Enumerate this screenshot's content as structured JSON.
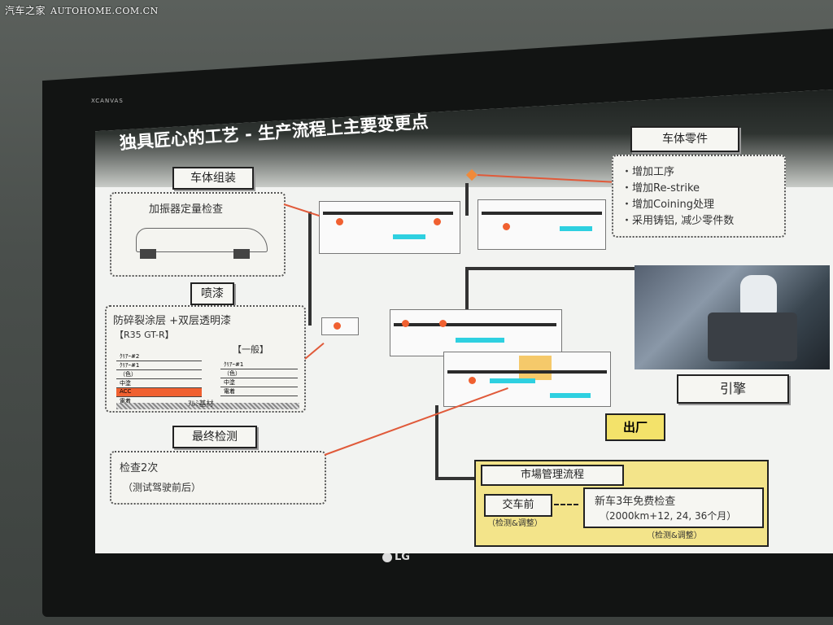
{
  "watermark": {
    "site": "汽车之家",
    "url": "AUTOHOME.COM.CN"
  },
  "monitor": {
    "brand": "XCANVAS",
    "logo": "LG"
  },
  "slide": {
    "title": "独具匠心的工艺 - 生产流程上主要变更点",
    "body_assembly": {
      "label": "车体组装",
      "note": "加振器定量检查"
    },
    "paint": {
      "label": "喷漆",
      "note": "防碎裂涂层 +双层透明漆",
      "r35_header": "【R35 GT-R】",
      "general_header": "【一般】",
      "layers_left": [
        "ｸﾘｱｰ#2",
        "ｸﾘｱｰ#1",
        "（色）",
        "中塗",
        "ACC",
        "電着"
      ],
      "layers_right": [
        "ｸﾘｱｰ#1",
        "（色）",
        "中塗",
        "電着"
      ],
      "base": "ｱﾙﾐ基材"
    },
    "final_inspection": {
      "label": "最终检测",
      "line1": "检查2次",
      "line2": "（测试驾驶前后）"
    },
    "body_parts": {
      "label": "车体零件",
      "items": [
        "・增加工序",
        "・增加Re-strike",
        "・增加Coining处理",
        "・采用铸铝, 减少零件数"
      ]
    },
    "engine": {
      "label": "引擎"
    },
    "shipping": {
      "label": "出厂"
    },
    "market": {
      "title": "市場管理流程",
      "pre_delivery": "交车前",
      "pre_delivery_sub": "（检测&调整）",
      "free_check": "新车3年免费检查",
      "free_check_detail": "（2000km+12, 24, 36个月）",
      "free_check_sub": "（检测&调整）"
    }
  }
}
